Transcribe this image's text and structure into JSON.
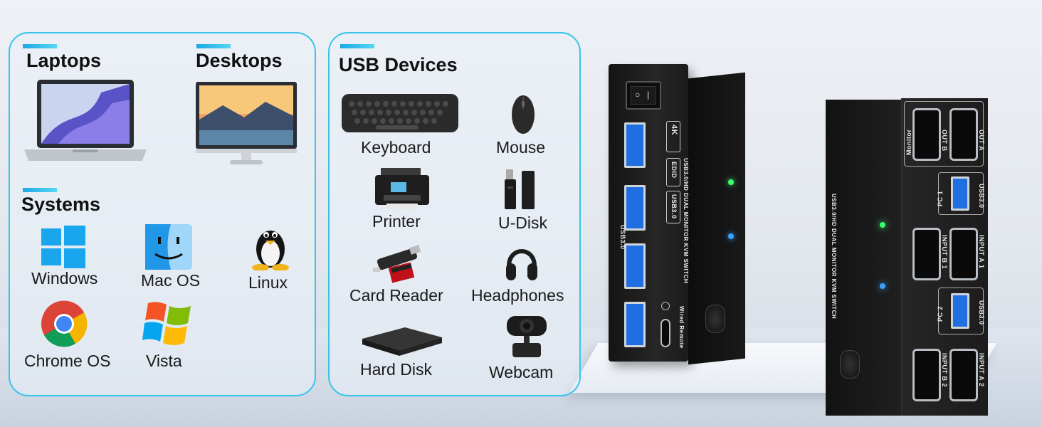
{
  "panels": {
    "laptops_title": "Laptops",
    "desktops_title": "Desktops",
    "systems_title": "Systems",
    "usb_title": "USB Devices"
  },
  "systems": [
    {
      "label": "Windows",
      "icon": "windows-icon"
    },
    {
      "label": "Mac OS",
      "icon": "finder-icon"
    },
    {
      "label": "Linux",
      "icon": "tux-icon"
    },
    {
      "label": "Chrome OS",
      "icon": "chrome-icon"
    },
    {
      "label": "Vista",
      "icon": "windows-vista-icon"
    }
  ],
  "usb_devices": [
    {
      "label": "Keyboard",
      "icon": "keyboard-icon"
    },
    {
      "label": "Mouse",
      "icon": "mouse-icon"
    },
    {
      "label": "Printer",
      "icon": "printer-icon"
    },
    {
      "label": "U-Disk",
      "icon": "usb-drive-icon"
    },
    {
      "label": "Card Reader",
      "icon": "card-reader-icon"
    },
    {
      "label": "Headphones",
      "icon": "headphones-icon"
    },
    {
      "label": "Hard Disk",
      "icon": "hard-disk-icon"
    },
    {
      "label": "Webcam",
      "icon": "webcam-icon"
    }
  ],
  "device_left": {
    "title_text": "USB3.0/HD DUAL MONITOR KVM SWITCH",
    "badge_4k": "4K",
    "badge_edid": "EDID",
    "badge_usb": "USB3.0",
    "usb_label": "USB3.0",
    "remote_label": "Wired Remote"
  },
  "device_right": {
    "title_text": "USB3.0/HD DUAL MONITOR KVM SWITCH",
    "monitor_label": "Monitor",
    "out_b": "OUT B",
    "out_a": "OUT A",
    "pc1": "PC 1",
    "pc2": "PC 2",
    "usb30_1": "USB3.0",
    "usb30_2": "USB3.0",
    "input_b1": "INPUT B 1",
    "input_a1": "INPUT A 1",
    "input_b2": "INPUT B 2",
    "input_a2": "INPUT A 2"
  },
  "colors": {
    "panel_border": "#38c3ea",
    "accent": "#1aa9e6",
    "usb_blue": "#1f6fe0",
    "led_green": "#39ff6a",
    "led_blue": "#3aa0ff"
  }
}
